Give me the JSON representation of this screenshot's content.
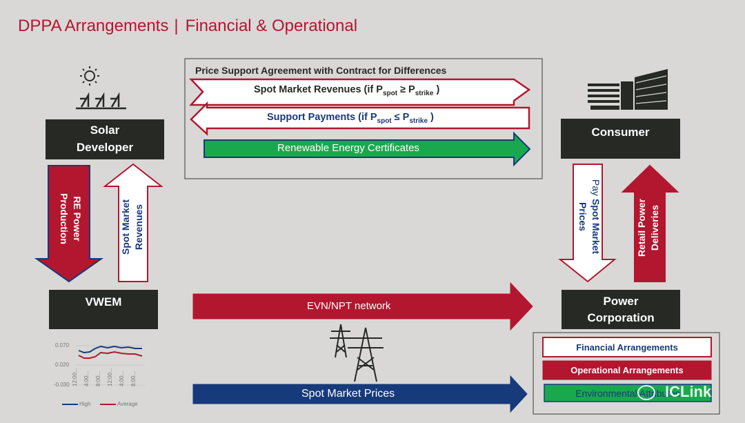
{
  "title": {
    "main": "DPPA Arrangements",
    "separator": "|",
    "sub": "Financial & Operational"
  },
  "boxes": {
    "solar_developer": [
      "Solar",
      "Developer"
    ],
    "consumer": "Consumer",
    "vwem": "VWEM",
    "power_corporation": [
      "Power",
      "Corporation"
    ]
  },
  "psa": {
    "heading": "Price Support Agreement with Contract for Differences",
    "row1": {
      "text": "Spot Market Revenues (if P",
      "sub1": "spot",
      "op": " ≥ P",
      "sub2": "strike",
      "end": " )"
    },
    "row2": {
      "text": "Support Payments (if P",
      "sub1": "spot",
      "op": " ≤ P",
      "sub2": "strike",
      "end": " )"
    },
    "row3": "Renewable Energy Certificates"
  },
  "vertical": {
    "re_power": [
      "RE Power",
      "Production"
    ],
    "spot_market_revenues": [
      "Spot Market",
      "Revenues"
    ],
    "pay_spot": {
      "line1_a": "Pay ",
      "line1_b": "Spot Market",
      "line2": "Prices"
    },
    "retail": [
      "Retail Power",
      "Deliveries"
    ]
  },
  "flows": {
    "network": "EVN/NPT network",
    "spot_prices": "Spot Market Prices"
  },
  "legend": {
    "financial": "Financial Arrangements",
    "operational": "Operational Arrangements",
    "environmental": "Environmental Attributes"
  },
  "watermark": "ICLink",
  "mini_chart": {
    "y_ticks": [
      "0.070",
      "0.020",
      "-0.030"
    ],
    "x_ticks": [
      "12:00...",
      "4:00...",
      "8:00...",
      "12:00...",
      "4:00...",
      "8:00..."
    ],
    "legend": [
      "High",
      "Average"
    ]
  },
  "colors": {
    "red": "#b3162f",
    "navy": "#163a7a",
    "green": "#1aa84f",
    "dark": "#262924",
    "background": "#d9d8d6"
  },
  "icons": [
    "sun-icon",
    "solar-panel-icon",
    "building-icon",
    "transmission-tower-icon"
  ]
}
